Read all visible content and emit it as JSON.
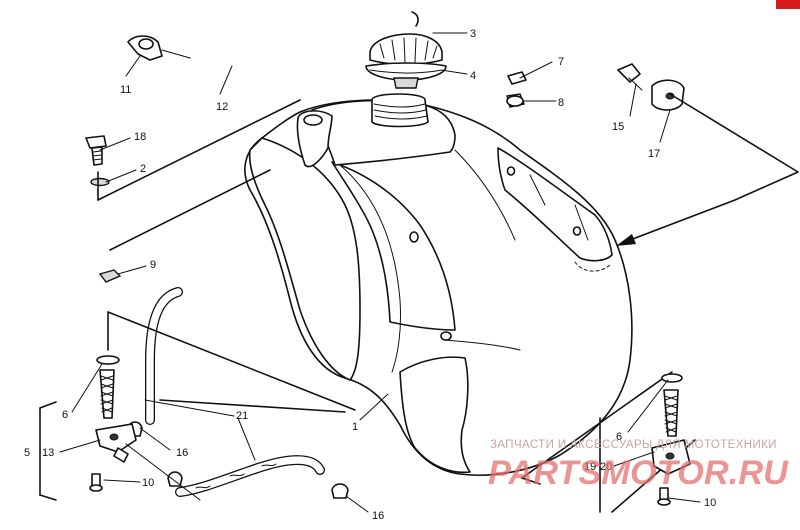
{
  "diagram": {
    "callouts": [
      "1",
      "2",
      "3",
      "4",
      "5",
      "6",
      "7",
      "8",
      "9",
      "10",
      "11",
      "12",
      "13",
      "15",
      "16",
      "17",
      "18",
      "19",
      "20",
      "21"
    ],
    "labels": {
      "l1": "1",
      "l2": "2",
      "l3": "3",
      "l4": "4",
      "l5": "5",
      "l6a": "6",
      "l6b": "6",
      "l7": "7",
      "l8": "8",
      "l9": "9",
      "l10a": "10",
      "l10b": "10",
      "l11": "11",
      "l12": "12",
      "l13": "13",
      "l15": "15",
      "l16a": "16",
      "l16b": "16",
      "l17": "17",
      "l18": "18",
      "l19": "19",
      "l20": "20",
      "l21": "21"
    }
  },
  "watermark": {
    "top_text": "ЗАПЧАСТИ И АКСЕССУАРЫ ДЛЯ МОТОТЕХНИКИ",
    "brand_text": "PARTSMOTOR.RU",
    "color": "#e36b6b"
  },
  "accent_colors": {
    "corner_marker": "#d81b1b",
    "line": "#111111"
  }
}
